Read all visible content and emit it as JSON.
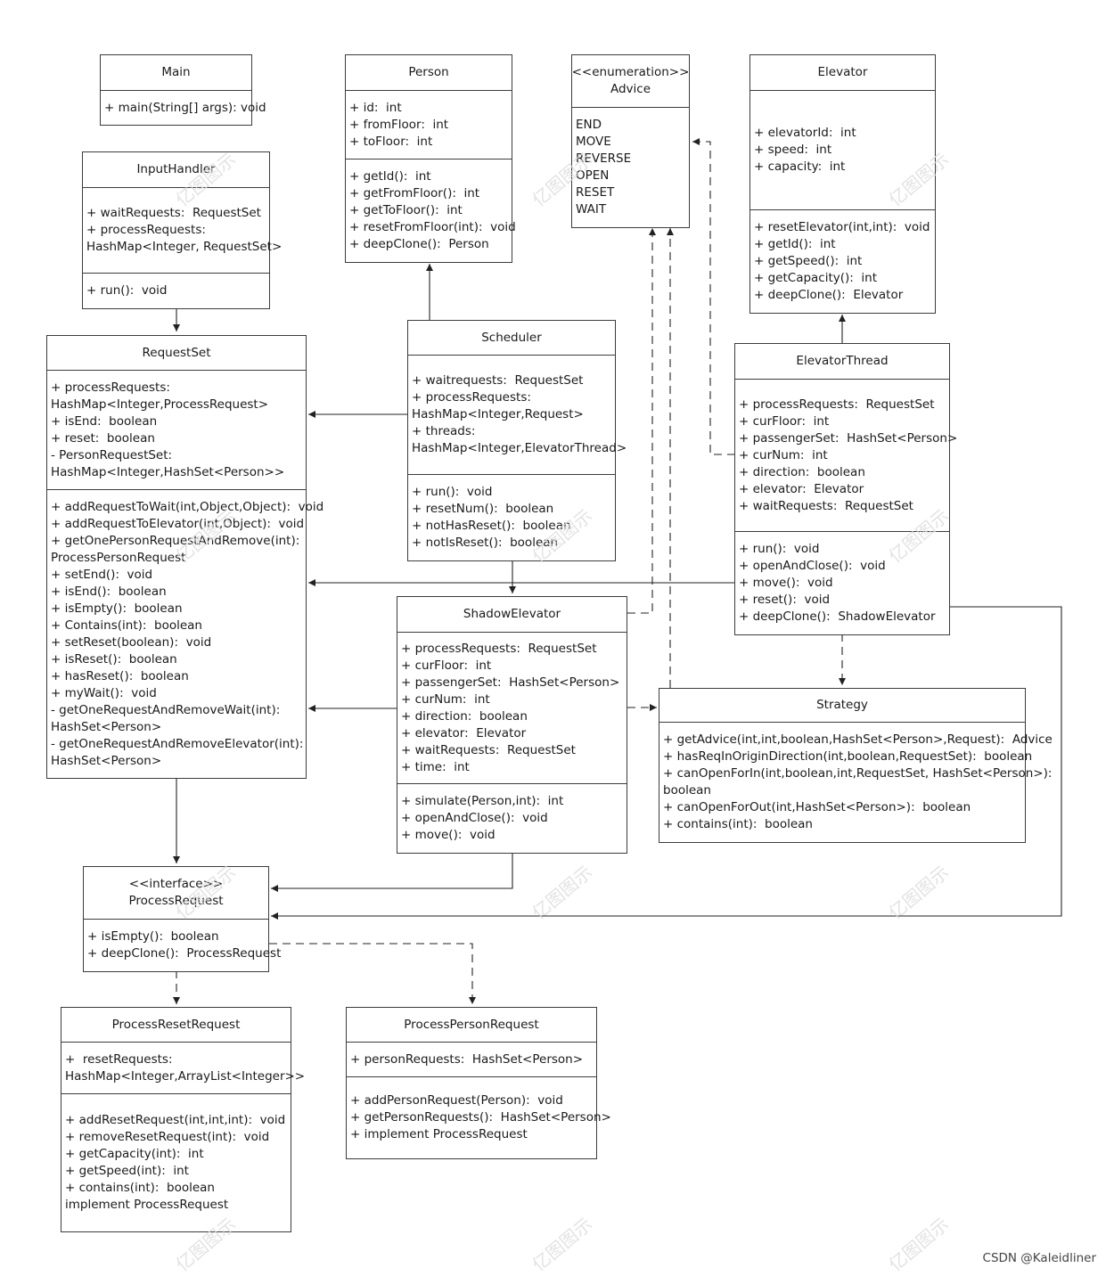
{
  "classes": {
    "main": {
      "title": [
        "Main"
      ],
      "sections": [
        [
          "+ main(String[] args): void"
        ]
      ]
    },
    "person": {
      "title": [
        "Person"
      ],
      "sections": [
        [
          "+ id:  int",
          "+ fromFloor:  int",
          "+ toFloor:  int"
        ],
        [
          "+ getId():  int",
          "+ getFromFloor():  int",
          "+ getToFloor():  int",
          "+ resetFromFloor(int):  void",
          "+ deepClone():  Person"
        ]
      ]
    },
    "advice": {
      "title": [
        "<<enumeration>>",
        "Advice"
      ],
      "sections": [
        [
          "END",
          "MOVE",
          "REVERSE",
          "OPEN",
          "RESET",
          "WAIT"
        ]
      ]
    },
    "elevator": {
      "title": [
        "Elevator"
      ],
      "sections": [
        [
          "+ elevatorId:  int",
          "+ speed:  int",
          "+ capacity:  int"
        ],
        [
          "+ resetElevator(int,int):  void",
          "+ getId():  int",
          "+ getSpeed():  int",
          "+ getCapacity():  int",
          "+ deepClone():  Elevator"
        ]
      ]
    },
    "inputhandler": {
      "title": [
        "InputHandler"
      ],
      "sections": [
        [
          "+ waitRequests:  RequestSet",
          "+ processRequests:",
          "HashMap<Integer, RequestSet>"
        ],
        [
          "+ run():  void"
        ]
      ]
    },
    "requestset": {
      "title": [
        "RequestSet"
      ],
      "sections": [
        [
          "+ processRequests:",
          "HashMap<Integer,ProcessRequest>",
          "+ isEnd:  boolean",
          "+ reset:  boolean",
          "- PersonRequestSet:",
          "HashMap<Integer,HashSet<Person>>"
        ],
        [
          "+ addRequestToWait(int,Object,Object):  void",
          "+ addRequestToElevator(int,Object):  void",
          "+ getOnePersonRequestAndRemove(int):",
          "ProcessPersonRequest",
          "+ setEnd():  void",
          "+ isEnd():  boolean",
          "+ isEmpty():  boolean",
          "+ Contains(int):  boolean",
          "+ setReset(boolean):  void",
          "+ isReset():  boolean",
          "+ hasReset():  boolean",
          "+ myWait():  void",
          "- getOneRequestAndRemoveWait(int):",
          "HashSet<Person>",
          "- getOneRequestAndRemoveElevator(int):",
          "HashSet<Person>"
        ]
      ]
    },
    "scheduler": {
      "title": [
        "Scheduler"
      ],
      "sections": [
        [
          "+ waitrequests:  RequestSet",
          "+ processRequests:",
          "HashMap<Integer,Request>",
          "+ threads:",
          "HashMap<Integer,ElevatorThread>"
        ],
        [
          "+ run():  void",
          "+ resetNum():  boolean",
          "+ notHasReset():  boolean",
          "+ notIsReset():  boolean"
        ]
      ]
    },
    "elevatorthread": {
      "title": [
        "ElevatorThread"
      ],
      "sections": [
        [
          "+ processRequests:  RequestSet",
          "+ curFloor:  int",
          "+ passengerSet:  HashSet<Person>",
          "+ curNum:  int",
          "+ direction:  boolean",
          "+ elevator:  Elevator",
          "+ waitRequests:  RequestSet"
        ],
        [
          "+ run():  void",
          "+ openAndClose():  void",
          "+ move():  void",
          "+ reset():  void",
          "+ deepClone():  ShadowElevator"
        ]
      ]
    },
    "shadowelevator": {
      "title": [
        "ShadowElevator"
      ],
      "sections": [
        [
          "+ processRequests:  RequestSet",
          "+ curFloor:  int",
          "+ passengerSet:  HashSet<Person>",
          "+ curNum:  int",
          "+ direction:  boolean",
          "+ elevator:  Elevator",
          "+ waitRequests:  RequestSet",
          "+ time:  int"
        ],
        [
          "+ simulate(Person,int):  int",
          "+ openAndClose():  void",
          "+ move():  void"
        ]
      ]
    },
    "strategy": {
      "title": [
        "Strategy"
      ],
      "sections": [
        [
          "+ getAdvice(int,int,boolean,HashSet<Person>,Request):  Advice",
          "+ hasReqInOriginDirection(int,boolean,RequestSet):  boolean",
          "+ canOpenForIn(int,boolean,int,RequestSet, HashSet<Person>):",
          "boolean",
          "+ canOpenForOut(int,HashSet<Person>):  boolean",
          "+ contains(int):  boolean"
        ]
      ]
    },
    "processrequest": {
      "title": [
        "<<interface>>",
        "ProcessRequest"
      ],
      "sections": [
        [
          "+ isEmpty():  boolean",
          "+ deepClone():  ProcessRequest"
        ]
      ]
    },
    "processresetrequest": {
      "title": [
        "ProcessResetRequest"
      ],
      "sections": [
        [
          "+  resetRequests:",
          "HashMap<Integer,ArrayList<Integer>>"
        ],
        [
          "+ addResetRequest(int,int,int):  void",
          "+ removeResetRequest(int):  void",
          "+ getCapacity(int):  int",
          "+ getSpeed(int):  int",
          "+ contains(int):  boolean",
          "implement ProcessRequest"
        ]
      ]
    },
    "processpersonrequest": {
      "title": [
        "ProcessPersonRequest"
      ],
      "sections": [
        [
          "+ personRequests:  HashSet<Person>"
        ],
        [
          "+ addPersonRequest(Person):  void",
          "+ getPersonRequests():  HashSet<Person>",
          "+ implement ProcessRequest"
        ]
      ]
    }
  },
  "watermark": "亿图图示",
  "footer": "CSDN @Kaleidliner"
}
